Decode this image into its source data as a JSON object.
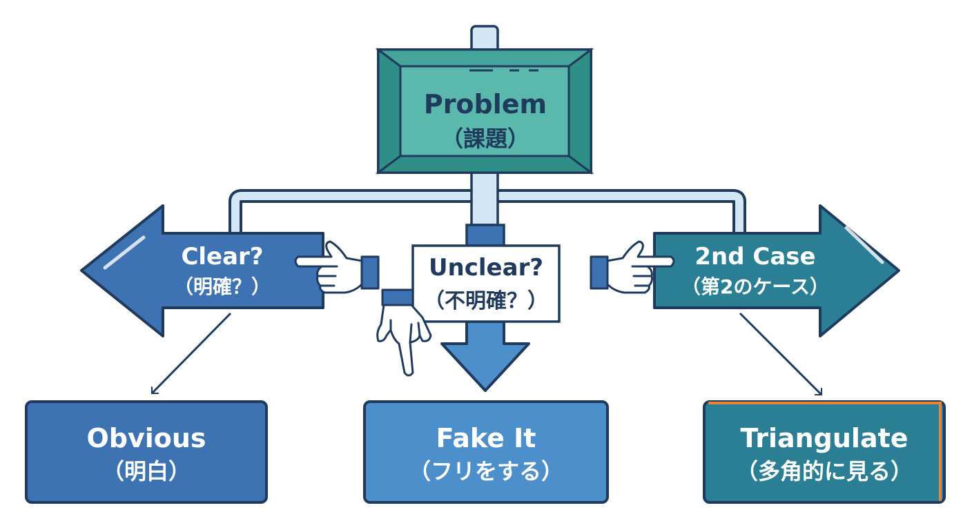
{
  "problem": {
    "title": "Problem",
    "subtitle": "（課題）"
  },
  "branches": {
    "clear": {
      "title": "Clear?",
      "subtitle": "（明確？）"
    },
    "unclear": {
      "title": "Unclear?",
      "subtitle": "（不明確？）"
    },
    "second": {
      "title": "2nd Case",
      "subtitle": "（第2のケース）"
    }
  },
  "outcomes": {
    "obvious": {
      "title": "Obvious",
      "subtitle": "（明白）"
    },
    "fake": {
      "title": "Fake It",
      "subtitle": "（フリをする）"
    },
    "triangulate": {
      "title": "Triangulate",
      "subtitle": "（多角的に見る）"
    }
  },
  "colors": {
    "outline": "#1f3a5c",
    "teal": "#5ab8ad",
    "teal_dark": "#2f8f86",
    "blue": "#3d73b3",
    "blue_light": "#4d8fcb",
    "teal_blue": "#2a7f95",
    "pipe": "#d2e6f3",
    "accent": "#e8833a",
    "white": "#ffffff"
  },
  "icons": [
    "pointing-hand-right-icon",
    "pointing-hand-down-icon",
    "pointing-hand-left-icon"
  ]
}
